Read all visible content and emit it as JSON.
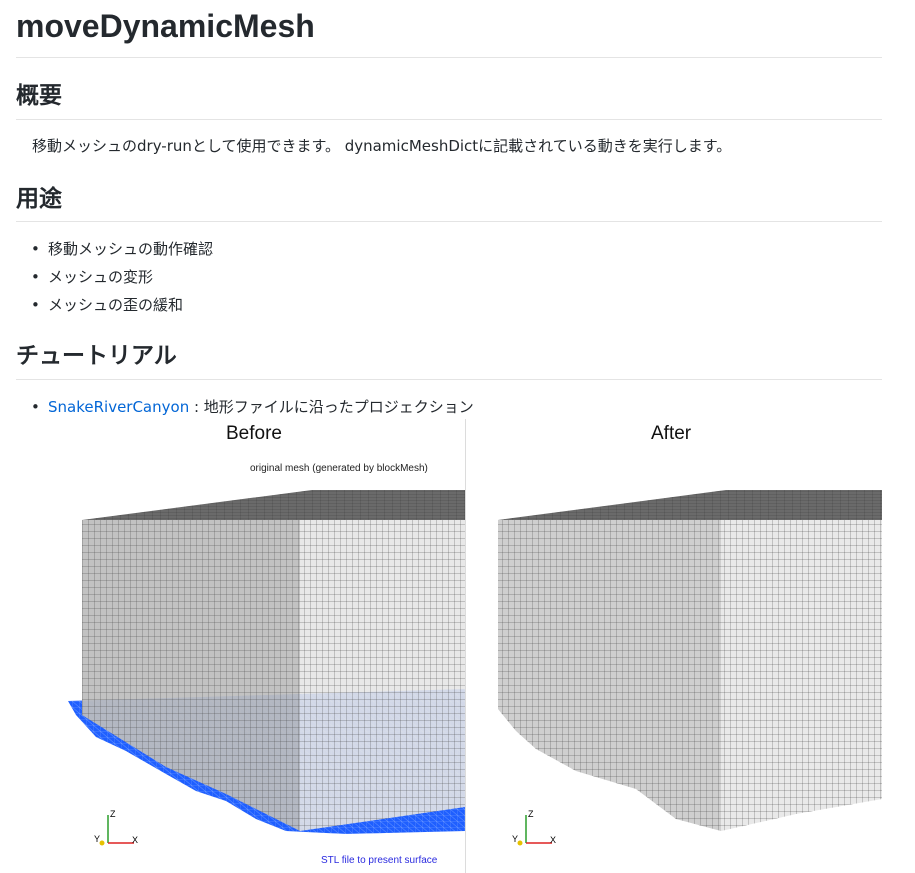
{
  "title": "moveDynamicMesh",
  "sections": {
    "overview": {
      "heading": "概要",
      "text": "移動メッシュのdry-runとして使用できます。 dynamicMeshDictに記載されている動きを実行します。"
    },
    "usage": {
      "heading": "用途",
      "items": [
        "移動メッシュの動作確認",
        "メッシュの変形",
        "メッシュの歪の緩和"
      ]
    },
    "tutorial": {
      "heading": "チュートリアル",
      "link": "SnakeRiverCanyon",
      "link_desc": " : 地形ファイルに沿ったプロジェクション"
    }
  },
  "figure": {
    "before_label": "Before",
    "after_label": "After",
    "before_note": "original mesh (generated by blockMesh)",
    "stl_note": "STL file to present surface",
    "axes": {
      "z": "Z",
      "y": "Y",
      "x": "X"
    },
    "colors": {
      "mesh_top": "#555555",
      "mesh_face": "#d8d8d8",
      "stl": "#1f5fff",
      "stl_note": "#2a2adf"
    }
  }
}
